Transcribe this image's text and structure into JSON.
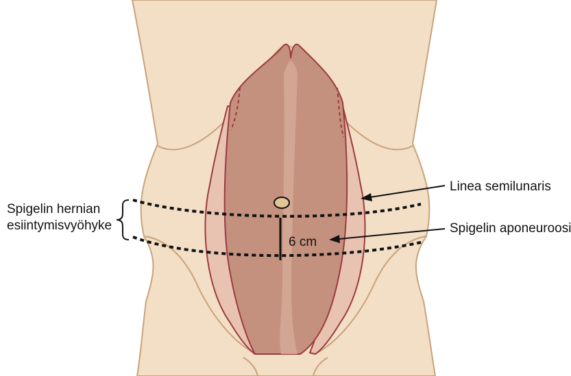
{
  "labels": {
    "zone_line1": "Spigelin hernian",
    "zone_line2": "esiintymisvyöhyke",
    "linea": "Linea  semilunaris",
    "aponeurosis": "Spigelin aponeuroosi",
    "measure": "6 cm"
  },
  "colors": {
    "skin": "#f2dfc6",
    "skin_outline": "#c9a27a",
    "rectus_muscle": "#c4917e",
    "rectus_outline": "#9c3a3e",
    "linea_alba": "#d6a998",
    "aponeurosis": "#e9c3b2",
    "navel": "#e2c495",
    "ink": "#111111"
  }
}
